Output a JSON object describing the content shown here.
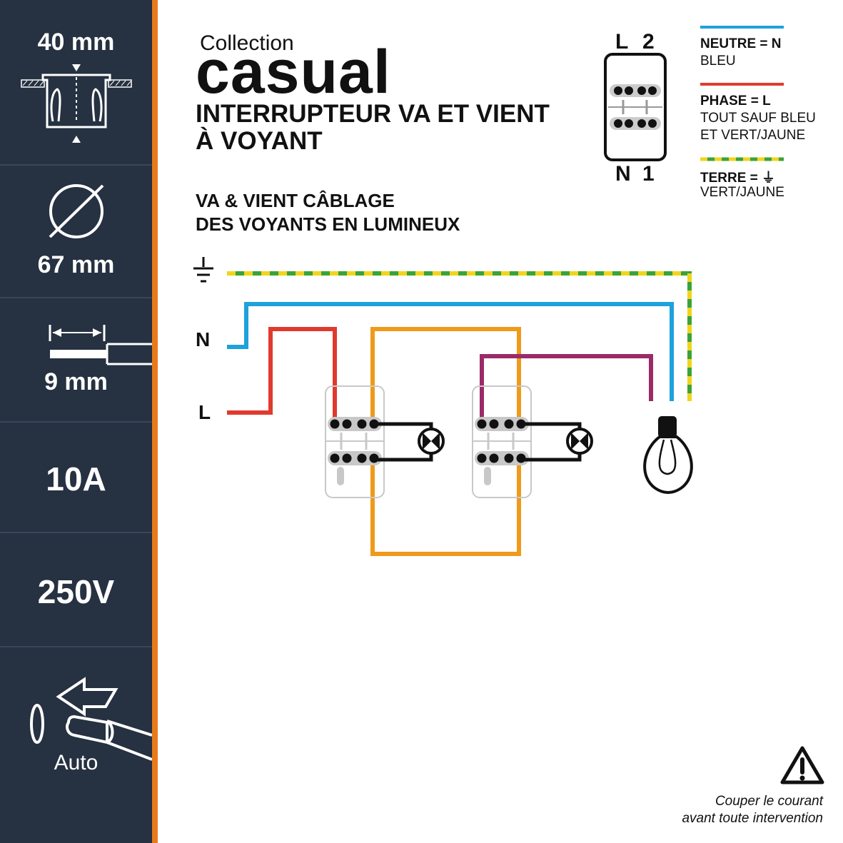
{
  "sidebar": {
    "depth": "40 mm",
    "diameter": "67 mm",
    "strip_length": "9 mm",
    "current": "10A",
    "voltage": "250V",
    "terminal_type": "Auto"
  },
  "header": {
    "collection": "Collection",
    "brand": "casual",
    "title_line1": "INTERRUPTEUR VA ET VIENT",
    "title_line2": "À VOYANT",
    "subtitle_line1": "VA & VIENT CÂBLAGE",
    "subtitle_line2": "DES VOYANTS EN LUMINEUX"
  },
  "terminal_block": {
    "top_left": "L",
    "top_right": "2",
    "bottom_left": "N",
    "bottom_right": "1"
  },
  "legend": {
    "neutral_title": "NEUTRE = N",
    "neutral_desc": "BLEU",
    "phase_title": "PHASE = L",
    "phase_desc1": "TOUT SAUF BLEU",
    "phase_desc2": "ET VERT/JAUNE",
    "earth_title": "TERRE = ⏚",
    "earth_desc": "VERT/JAUNE"
  },
  "diagram": {
    "neutral_label": "N",
    "phase_label": "L"
  },
  "warning": {
    "line1": "Couper le courant",
    "line2": "avant toute intervention"
  },
  "colors": {
    "sidebar_bg": "#263141",
    "accent": "#e87a1c",
    "neutral": "#1ea1dc",
    "phase": "#e03a2f",
    "earth_green": "#3aa33a",
    "earth_yellow": "#f0d51c",
    "traveler": "#ef9a1a",
    "return": "#9c2a68"
  }
}
